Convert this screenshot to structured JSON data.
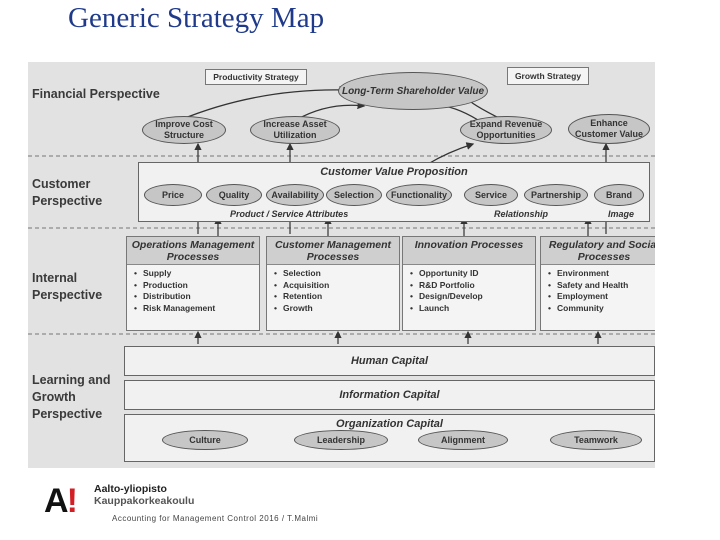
{
  "title": "Generic Strategy Map",
  "perspectives": {
    "financial": "Financial Perspective",
    "customer": "Customer Perspective",
    "internal": "Internal Perspective",
    "learning": "Learning and Growth Perspective"
  },
  "financial": {
    "productivity_strategy": "Productivity Strategy",
    "growth_strategy": "Growth Strategy",
    "long_term": "Long-Term Shareholder Value",
    "improve_cost": "Improve Cost Structure",
    "increase_asset": "Increase Asset Utilization",
    "expand_revenue": "Expand Revenue Opportunities",
    "enhance_customer": "Enhance Customer Value"
  },
  "customer": {
    "cvp": "Customer Value Proposition",
    "attributes": [
      "Price",
      "Quality",
      "Availability",
      "Selection",
      "Functionality",
      "Service",
      "Partnership",
      "Brand"
    ],
    "product_service_attributes": "Product / Service Attributes",
    "relationship": "Relationship",
    "image": "Image"
  },
  "internal": {
    "processes": [
      {
        "title": "Operations Management Processes",
        "items": [
          "Supply",
          "Production",
          "Distribution",
          "Risk Management"
        ]
      },
      {
        "title": "Customer Management Processes",
        "items": [
          "Selection",
          "Acquisition",
          "Retention",
          "Growth"
        ]
      },
      {
        "title": "Innovation Processes",
        "items": [
          "Opportunity ID",
          "R&D Portfolio",
          "Design/Develop",
          "Launch"
        ]
      },
      {
        "title": "Regulatory and Social Processes",
        "items": [
          "Environment",
          "Safety and Health",
          "Employment",
          "Community"
        ]
      }
    ]
  },
  "learning": {
    "human_capital": "Human Capital",
    "information_capital": "Information Capital",
    "organization_capital": "Organization Capital",
    "org_items": [
      "Culture",
      "Leadership",
      "Alignment",
      "Teamwork"
    ]
  },
  "logo": {
    "mark": "A",
    "bang": "!",
    "line1": "Aalto-yliopisto",
    "line2": "Kauppakorkeakoulu"
  },
  "footer": "Accounting for Management Control 2016 / T.Malmi"
}
